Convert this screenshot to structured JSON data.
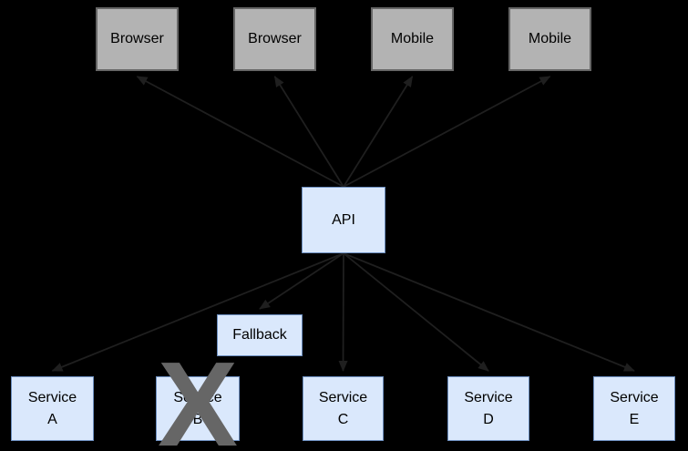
{
  "diagram": {
    "background": "#000000",
    "colors": {
      "client_fill": "#b3b3b3",
      "client_border": "#666666",
      "service_fill": "#dae8fc",
      "service_border": "#6c8ebf",
      "edge": "#1f1f1f",
      "label_text": "#000000"
    },
    "nodes": [
      {
        "id": "browser1",
        "label": "Browser",
        "kind": "client"
      },
      {
        "id": "browser2",
        "label": "Browser",
        "kind": "client"
      },
      {
        "id": "mobile1",
        "label": "Mobile",
        "kind": "client"
      },
      {
        "id": "mobile2",
        "label": "Mobile",
        "kind": "client"
      },
      {
        "id": "api",
        "label": "API",
        "kind": "service"
      },
      {
        "id": "fallback",
        "label": "Fallback",
        "kind": "service"
      },
      {
        "id": "serviceA",
        "label": "Service\nA",
        "kind": "service"
      },
      {
        "id": "serviceB",
        "label": "Service\nB",
        "kind": "service",
        "crossed": true
      },
      {
        "id": "serviceC",
        "label": "Service\nC",
        "kind": "service"
      },
      {
        "id": "serviceD",
        "label": "Service\nD",
        "kind": "service"
      },
      {
        "id": "serviceE",
        "label": "Service\nE",
        "kind": "service"
      }
    ],
    "edges": [
      {
        "from": "api",
        "to": "browser1"
      },
      {
        "from": "api",
        "to": "browser2"
      },
      {
        "from": "api",
        "to": "mobile1"
      },
      {
        "from": "api",
        "to": "mobile2"
      },
      {
        "from": "api",
        "to": "serviceA"
      },
      {
        "from": "api",
        "to": "fallback"
      },
      {
        "from": "api",
        "to": "serviceC"
      },
      {
        "from": "api",
        "to": "serviceD"
      },
      {
        "from": "api",
        "to": "serviceE"
      }
    ],
    "x_mark": {
      "glyph": "X",
      "color": "#666666",
      "over": "serviceB"
    }
  }
}
